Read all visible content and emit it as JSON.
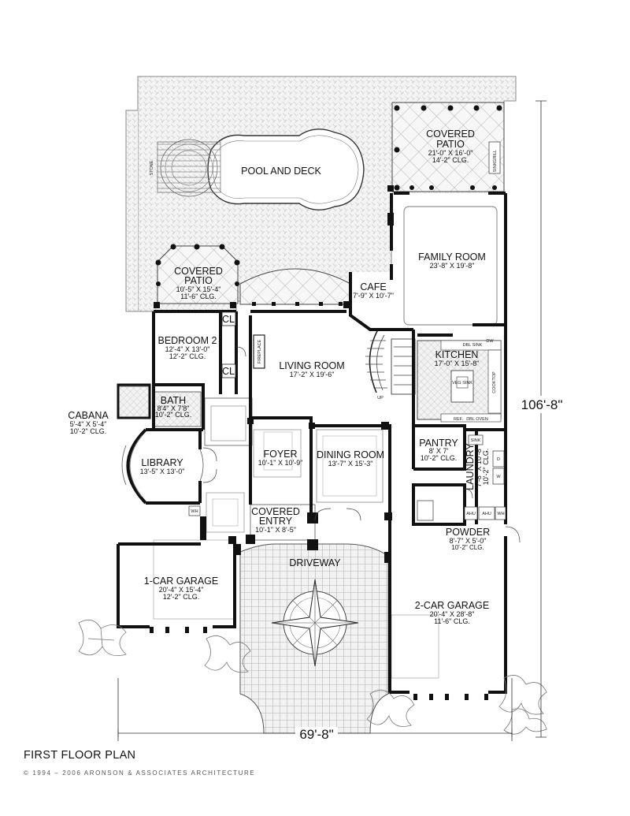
{
  "plan": {
    "title": "FIRST FLOOR PLAN",
    "copyright": "© 1994 – 2006 ARONSON & ASSOCIATES ARCHITECTURE",
    "overall_width": "69'-8\"",
    "overall_depth": "106'-8\""
  },
  "rooms": {
    "pool": {
      "name": "POOL AND DECK"
    },
    "patio_rear": {
      "name": "COVERED",
      "name2": "PATIO",
      "dims": "21'-0\" X 16'-0\"",
      "clg": "14'-2\" CLG."
    },
    "patio_left": {
      "name": "COVERED",
      "name2": "PATIO",
      "dims": "10'-5\" X 15'-4\"",
      "clg": "11'-6\" CLG."
    },
    "family": {
      "name": "FAMILY ROOM",
      "dims": "23'-8\" X 19'-8\""
    },
    "cafe": {
      "name": "CAFE",
      "dims": "7'-9\" X 10'-7\""
    },
    "kitchen": {
      "name": "KITCHEN",
      "dims": "17'-0\" X 15'-8\""
    },
    "bedroom2": {
      "name": "BEDROOM 2",
      "dims": "12'-4\" X 13'-0\"",
      "clg": "12'-2\" CLG."
    },
    "living": {
      "name": "LIVING ROOM",
      "dims": "17'-2\" X 19'-6\""
    },
    "bath": {
      "name": "BATH",
      "dims": "8'4\" X 7'8\"",
      "clg": "10'-2\" CLG."
    },
    "cabana": {
      "name": "CABANA",
      "dims": "5'-4\" X 5'-4\"",
      "clg": "10'-2\" CLG."
    },
    "library": {
      "name": "LIBRARY",
      "dims": "13'-5\" X 13'-0\""
    },
    "foyer": {
      "name": "FOYER",
      "dims": "10'-1\" X 10'-9\""
    },
    "dining": {
      "name": "DINING ROOM",
      "dims": "13'-7\" X 15'-3\""
    },
    "pantry": {
      "name": "PANTRY",
      "dims": "8' X 7'",
      "clg": "10'-2\" CLG."
    },
    "laundry": {
      "name": "LAUNDRY",
      "dims": "7'-8\" X 10'-8\"",
      "clg": "10'-2\" CLG."
    },
    "entry": {
      "name": "COVERED",
      "name2": "ENTRY",
      "dims": "10'-1\" X 8'-5\""
    },
    "powder": {
      "name": "POWDER",
      "dims": "8'-7\" X 5'-0\"",
      "clg": "10'-2\" CLG."
    },
    "garage1": {
      "name": "1-CAR GARAGE",
      "dims": "20'-4\" X 15'-4\"",
      "clg": "12'-2\" CLG."
    },
    "garage2": {
      "name": "2-CAR GARAGE",
      "dims": "20'-4\" X 28'-8\"",
      "clg": "11'-6\" CLG."
    },
    "driveway": {
      "name": "DRIVEWAY"
    }
  },
  "fixtures": {
    "closet": "CL",
    "fireplace": "FIREPLACE",
    "up": "UP",
    "wh": "WH",
    "ahu": "AHU",
    "dw": "DW",
    "dbl_sink": "DBL SINK",
    "veg_sink": "VEG SINK",
    "cooktop": "COOKTOP",
    "ref": "REF.",
    "dbl_oven": "DBL OVEN",
    "sink": "SINK",
    "grill": "GRILL",
    "d": "D",
    "w": "W",
    "stone": "STONE"
  }
}
